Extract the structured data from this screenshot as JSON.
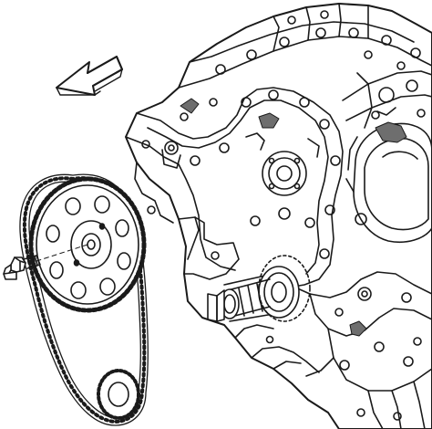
{
  "diagram": {
    "labels": [],
    "colors": {
      "ink": "#1a1a1a",
      "paper": "#ffffff",
      "shade": "#6e6e6e"
    },
    "parts": [
      "direction-arrow",
      "engine-block",
      "camshaft-sprocket",
      "timing-chain",
      "sprocket-bolt",
      "crankshaft-sprocket",
      "camshaft-end"
    ]
  }
}
